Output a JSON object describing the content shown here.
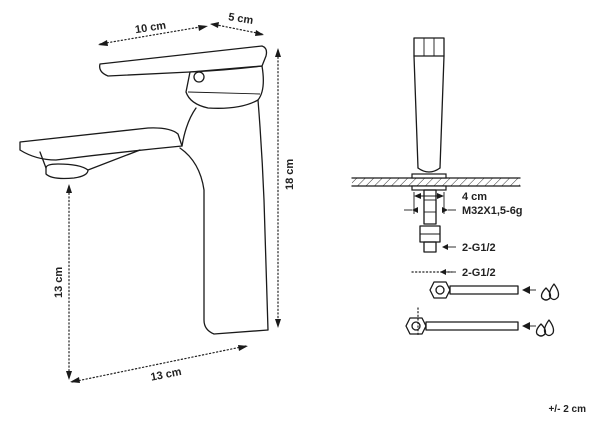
{
  "dimensions": {
    "spout_length": "10 cm",
    "handle_depth": "5 cm",
    "total_height": "18 cm",
    "spout_height": "13 cm",
    "base_depth": "13 cm"
  },
  "installation": {
    "hole_size": "4 cm",
    "thread_spec": "M32X1,5-6g",
    "connector_thread": "2-G1/2",
    "hose_thread": "2-G1/2"
  },
  "tolerance": "+/- 2 cm",
  "icons": [
    "water-drop-icon",
    "water-drop-icon"
  ]
}
